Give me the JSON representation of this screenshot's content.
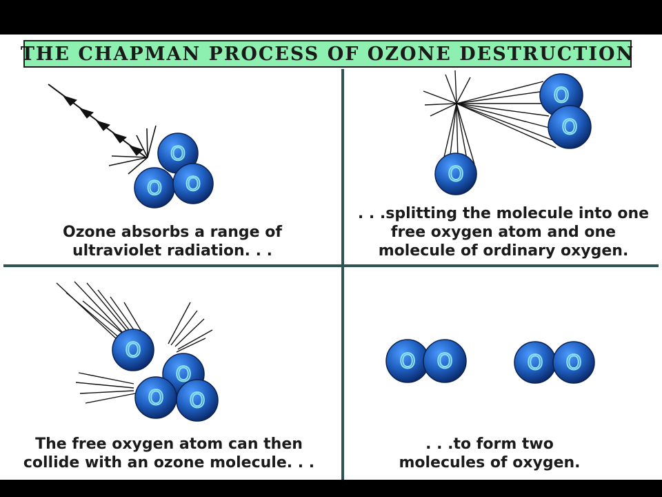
{
  "title": "THE CHAPMAN PROCESS OF OZONE DESTRUCTION",
  "atom_label": "O",
  "colors": {
    "title_bg": "#8ef0b0",
    "divider": "#2f5454",
    "atom": "#1f5fc0",
    "atom_letter": "#8fe3ee",
    "text": "#1a1a1a"
  },
  "panels": [
    {
      "name": "uv-absorption",
      "caption": [
        "Ozone absorbs a range of",
        "ultraviolet radiation. . ."
      ]
    },
    {
      "name": "molecule-split",
      "caption": [
        ". . .splitting the molecule into one",
        "free oxygen atom and one",
        "molecule of ordinary oxygen."
      ]
    },
    {
      "name": "atom-collision",
      "caption": [
        "The free oxygen atom can then",
        "collide with an ozone molecule. . ."
      ]
    },
    {
      "name": "two-oxygen-molecules",
      "caption": [
        ". . .to form two",
        "molecules of oxygen."
      ]
    }
  ]
}
